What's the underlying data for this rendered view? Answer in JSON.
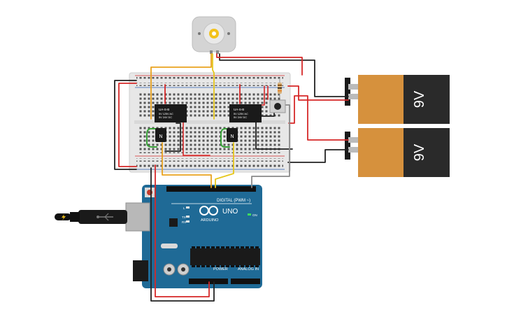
{
  "colors": {
    "board_blue": "#1f6a96",
    "breadboard": "#e7e7e7",
    "battery_orange": "#d6913d",
    "battery_dark": "#2a2a2a",
    "wire_red": "#d62828",
    "wire_black": "#222222",
    "wire_orange": "#e9a21e",
    "wire_yellow": "#e6c619",
    "wire_green": "#3aa33a",
    "wire_gray": "#8a8a8a"
  },
  "battery_top": {
    "label": "9V"
  },
  "battery_bottom": {
    "label": "9V"
  },
  "relay_left": {
    "line1": "UA-S-B",
    "line2": "5V 125V AC",
    "line3": "5V 24V DC"
  },
  "relay_right": {
    "line1": "UA-S-B",
    "line2": "5V 125V AC",
    "line3": "5V 24V DC"
  },
  "transistor_left": {
    "label": "N"
  },
  "transistor_right": {
    "label": "N"
  },
  "arduino": {
    "uno_label": "UNO",
    "brand_label": "ARDUINO",
    "digital_label": "DIGITAL (PWM ~)",
    "power_label": "POWER",
    "analog_label": "ANALOG IN",
    "on_label": "ON",
    "tx_label": "TX",
    "rx_label": "RX",
    "l_label": "L"
  },
  "icons": [
    "motor-icon",
    "usb-plug-icon",
    "infinity-logo-icon",
    "lightning-icon"
  ]
}
